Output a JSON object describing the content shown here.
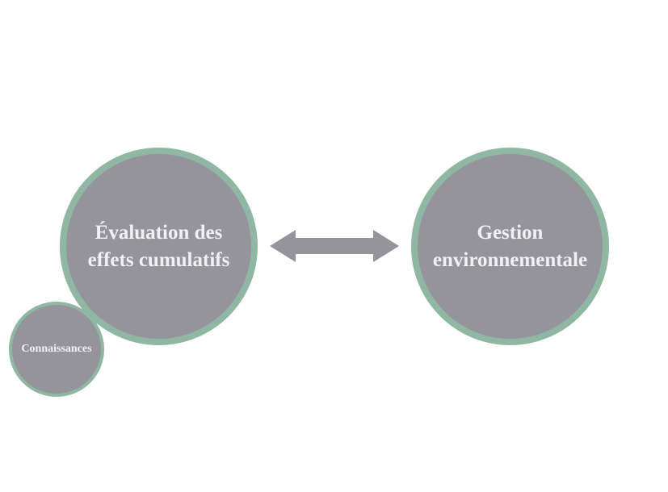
{
  "diagram": {
    "colors": {
      "node_fill": "#95949c",
      "node_border": "#8fb7a3",
      "node_text": "#f1f1f3",
      "arrow_fill": "#95949c",
      "background": "#ffffff"
    },
    "nodes": {
      "evaluation": {
        "label": "Évaluation des effets cumulatifs"
      },
      "gestion": {
        "label": "Gestion environnementale"
      },
      "connaissances": {
        "label": "Connaissances"
      }
    },
    "connectors": [
      {
        "from": "evaluation",
        "to": "gestion",
        "type": "bidirectional-arrow"
      }
    ]
  }
}
